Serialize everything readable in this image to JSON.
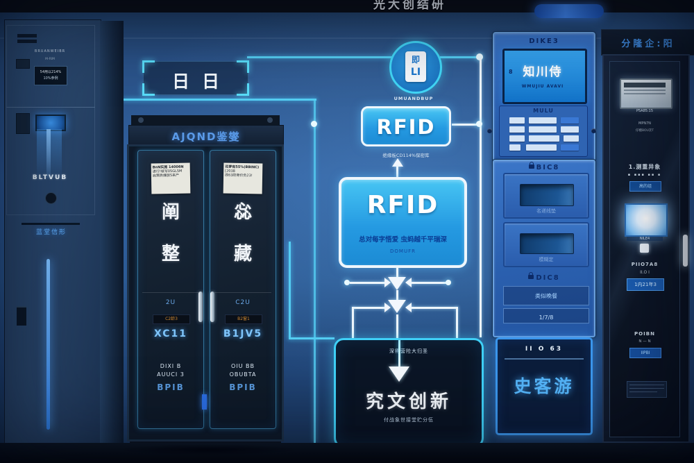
{
  "header": {
    "title": "光大创结研"
  },
  "flowchart": {
    "tag_box_glyphs": "日日",
    "badge": {
      "icon_top": "即",
      "icon_bottom": "LI",
      "caption": "UMUANDBUP"
    },
    "rfid_small": {
      "label": "RFID",
      "caption": "绝缘板CD114%保密库"
    },
    "rfid_large": {
      "label": "RFID",
      "subtitle": "总对每字悟爱 虫蚂越千平瑞深",
      "note": "DOMUFR"
    },
    "result_box": {
      "top_caption": "深得营险大归圣",
      "title": "究文创新",
      "bottom_caption": "付战象世接堂贮分伍"
    }
  },
  "left_cabinet": {
    "panel_label": "BRUANWEIBR",
    "panel_sublabel": "M-RIM",
    "display_line1": "54用以214%",
    "display_line2": "10%参例",
    "plate_label": "BLTVUB",
    "glow_label": "蓝堂信形"
  },
  "mid_cabinet": {
    "header": "AJQND鉴燮",
    "doors": [
      {
        "sticker_line1": "BnN实施 14006N",
        "sticker_line2": "进行!坡写05GL5M",
        "sticker_line3": "启策质爆放5来产",
        "glyph_top": "阐",
        "glyph_bottom": "整",
        "badge": "2U",
        "strip": "C2龄3",
        "code": "XC11",
        "text1": "DIXI B",
        "text2": "AUUCI 3",
        "code2": "BPIB"
      },
      {
        "sticker_line1": "花萝有55%(BBINC)",
        "sticker_line2": "[2038",
        "sticker_line3": "改63防骨价负23!",
        "glyph_top": "惢",
        "glyph_bottom": "藏",
        "badge": "C2U",
        "strip": "B2窗1",
        "code": "B1JV5",
        "text1": "OIU BB",
        "text2": "OBUBTA",
        "code2": "BPIB"
      }
    ]
  },
  "right_panel": {
    "top_label": "DIKE3",
    "screen_glyphs": "知川侍",
    "screen_badge": "8",
    "screen_caption": "WMUJIU AVAVI",
    "keypad_title": "MULU",
    "section1_header": "BIC8",
    "drawer1_caption": "名递线垫",
    "drawer2_caption": "模糊定",
    "section2_header": "DIC8",
    "row1_label": "类似晚餐",
    "row2_label": "1/7/8",
    "bottom_header": "II O 63",
    "bottom_glyphs": "史客游"
  },
  "right_rack": {
    "header": "分隆企:阳",
    "device_caption": "P5A85:15",
    "info_line1": "MPN7N",
    "info_line2": "仔模BOU次T",
    "item1_title": "1.测重异象",
    "item1_dots": "▪ ▪▪▪ ▪▪ ▪",
    "badge1": "高的组",
    "screen_caption": "NILE4",
    "block2_line1": "PIIO7A8",
    "block2_line2": "II.O I",
    "badge2": "1内21年3",
    "block3_line1": "POIBN",
    "block3_line2": "N — N",
    "badge3": "IIPBI"
  },
  "colors": {
    "accent_cyan": "#3fd0f6",
    "accent_azure": "#2da4ea",
    "panel_blue": "#2d63b6",
    "glow_white": "#eef6fc"
  }
}
